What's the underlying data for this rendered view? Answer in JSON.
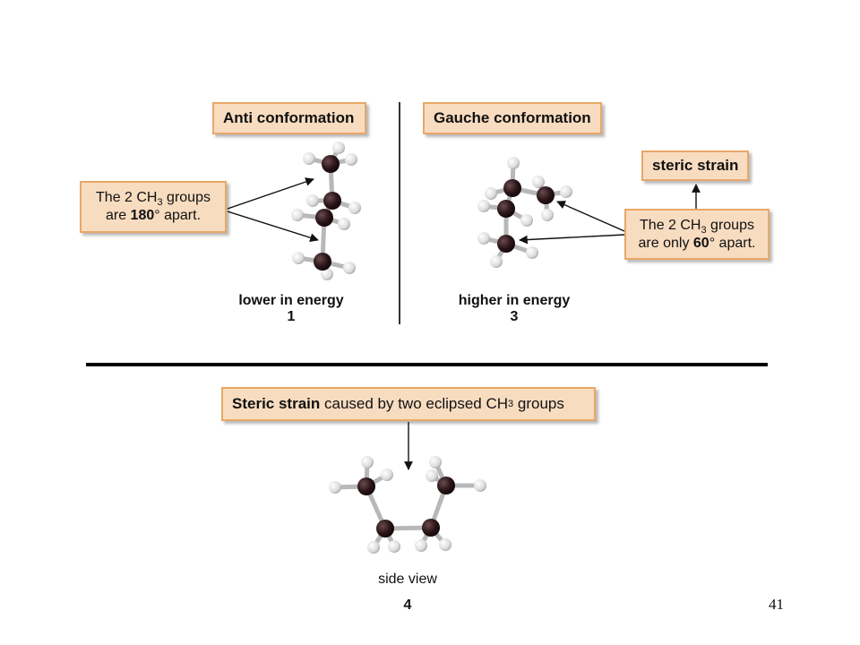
{
  "anti": {
    "title": "Anti conformation",
    "note_line1_pre": "The 2 CH",
    "note_line1_sub": "3",
    "note_line1_post": " groups",
    "note_line2_pre": "are ",
    "note_line2_bold": "180",
    "note_line2_post": "° apart.",
    "energy": "lower in energy",
    "number": "1"
  },
  "gauche": {
    "title": "Gauche conformation",
    "strain_label": "steric strain",
    "note_line1_pre": "The 2 CH",
    "note_line1_sub": "3",
    "note_line1_post": " groups",
    "note_line2_pre": "are only ",
    "note_line2_bold": "60",
    "note_line2_post": "° apart.",
    "energy": "higher in energy",
    "number": "3"
  },
  "eclipsed": {
    "title_bold": "Steric strain",
    "title_rest": " caused by two eclipsed CH",
    "title_sub": "3",
    "title_end": " groups",
    "view": "side view",
    "number": "4"
  },
  "page_number": "41",
  "colors": {
    "box_fill": "#f8dcc0",
    "box_border": "#e8a868",
    "carbon": "#2a1518",
    "hydrogen": "#e2e2e2",
    "bond": "#b8b8b8"
  }
}
